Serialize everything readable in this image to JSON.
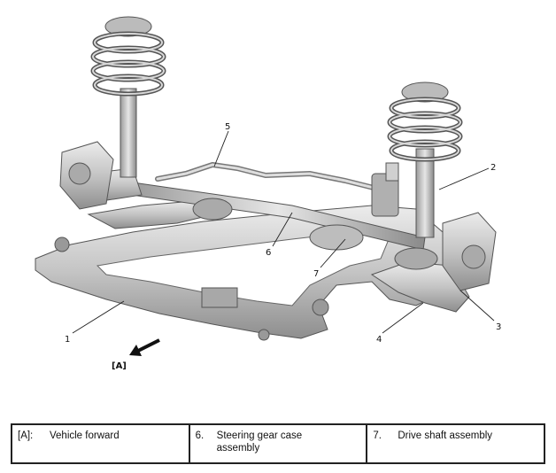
{
  "figure": {
    "callouts": [
      "1",
      "2",
      "3",
      "4",
      "5",
      "6",
      "7"
    ],
    "direction_label": "[A]"
  },
  "legend": [
    {
      "num": "[A]:",
      "label": "Vehicle forward"
    },
    {
      "num": "6.",
      "label": "Steering gear case assembly"
    },
    {
      "num": "7.",
      "label": "Drive shaft assembly"
    }
  ],
  "colors": {
    "part_fill_light": "#dcdcdc",
    "part_fill_mid": "#b8b8b8",
    "part_fill_dark": "#8a8a8a",
    "line": "#222222"
  }
}
